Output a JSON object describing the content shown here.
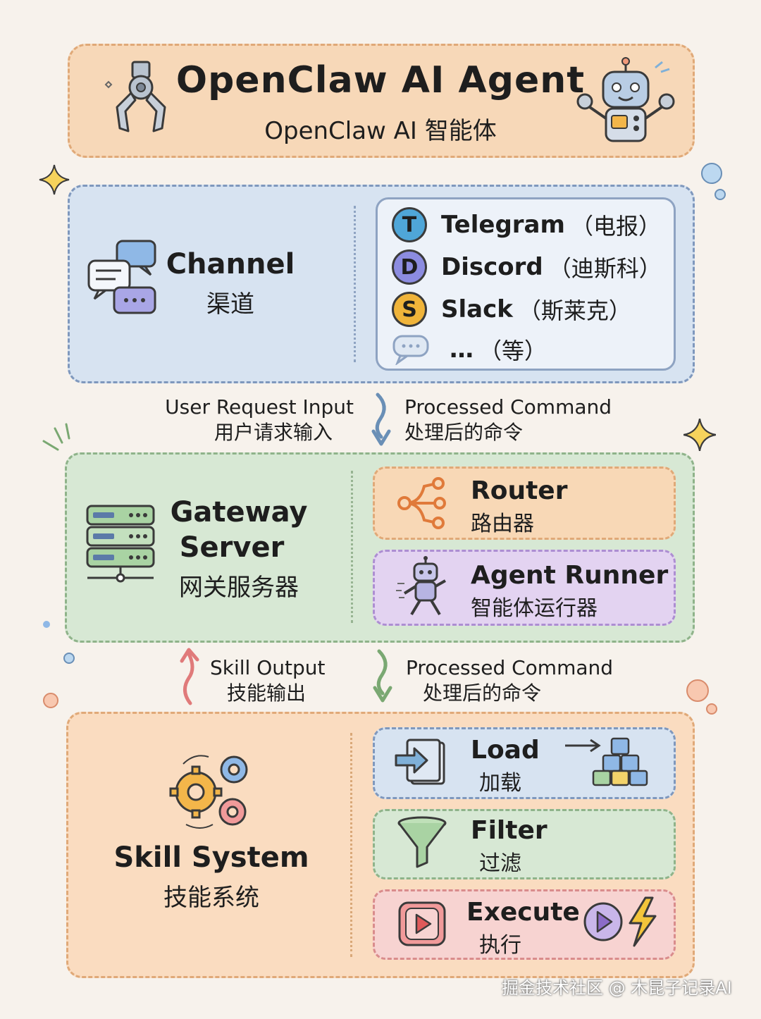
{
  "title": {
    "en": "OpenClaw AI Agent",
    "zh": "OpenClaw AI 智能体"
  },
  "channel": {
    "label_en": "Channel",
    "label_zh": "渠道",
    "items": [
      {
        "badge": "T",
        "name": "Telegram",
        "note": "（电报）",
        "color": "#4fa6d8"
      },
      {
        "badge": "D",
        "name": "Discord",
        "note": "（迪斯科）",
        "color": "#8c8ce0"
      },
      {
        "badge": "S",
        "name": "Slack",
        "note": "（斯莱克）",
        "color": "#f0b43a"
      },
      {
        "badge": "",
        "name": "…",
        "note": "（等）",
        "color": "#c9d6e6"
      }
    ]
  },
  "arrows_top": {
    "left_en": "User Request Input",
    "left_zh": "用户请求输入",
    "right_en": "Processed Command",
    "right_zh": "处理后的命令"
  },
  "gateway": {
    "label_en_line1": "Gateway",
    "label_en_line2": "Server",
    "label_zh": "网关服务器",
    "router": {
      "en": "Router",
      "zh": "路由器"
    },
    "runner": {
      "en": "Agent Runner",
      "zh": "智能体运行器"
    }
  },
  "arrows_bottom": {
    "left_en": "Skill Output",
    "left_zh": "技能输出",
    "right_en": "Processed Command",
    "right_zh": "处理后的命令"
  },
  "skill": {
    "label_en": "Skill System",
    "label_zh": "技能系统",
    "load": {
      "en": "Load",
      "zh": "加载"
    },
    "filter": {
      "en": "Filter",
      "zh": "过滤"
    },
    "execute": {
      "en": "Execute",
      "zh": "执行"
    }
  },
  "watermark": "掘金技术社区 @ 木昆子记录AI"
}
